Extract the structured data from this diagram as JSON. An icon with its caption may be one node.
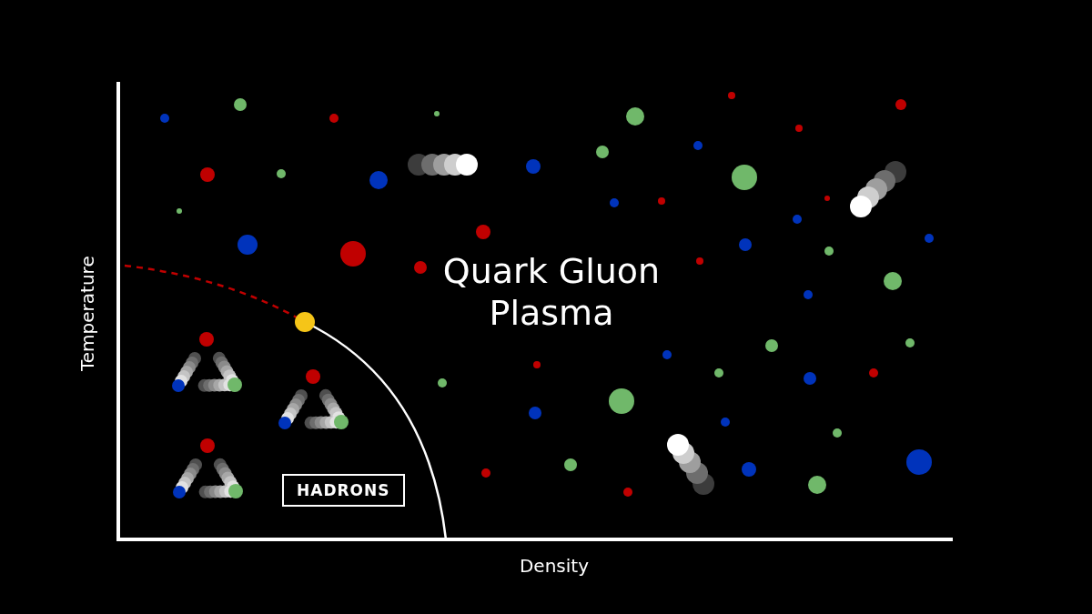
{
  "diagram": {
    "nodes": [
      {
        "text": [
          "HADRONS"
        ]
      }
    ],
    "edges": [],
    "labels": [
      "Temperature",
      "Quark Gluon Plasma",
      "Density"
    ]
  }
}
